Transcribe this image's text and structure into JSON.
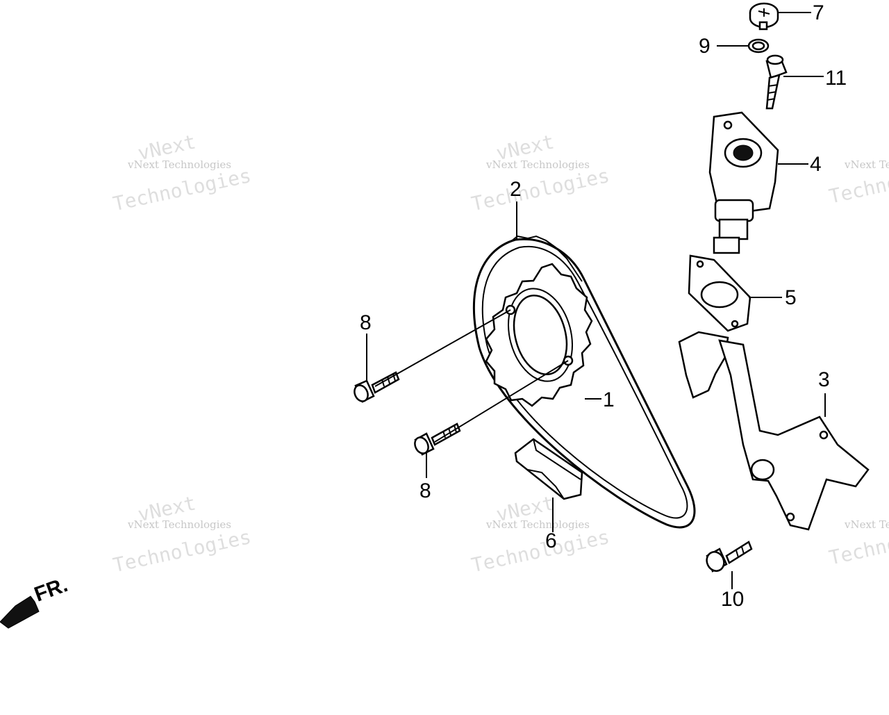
{
  "callouts": [
    {
      "id": "1",
      "label": "1"
    },
    {
      "id": "2",
      "label": "2"
    },
    {
      "id": "3",
      "label": "3"
    },
    {
      "id": "4",
      "label": "4"
    },
    {
      "id": "5",
      "label": "5"
    },
    {
      "id": "6",
      "label": "6"
    },
    {
      "id": "7",
      "label": "7"
    },
    {
      "id": "8a",
      "label": "8"
    },
    {
      "id": "8b",
      "label": "8"
    },
    {
      "id": "9",
      "label": "9"
    },
    {
      "id": "10",
      "label": "10"
    },
    {
      "id": "11",
      "label": "11"
    }
  ],
  "front_marker": {
    "label": "FR."
  },
  "watermark": {
    "line1": "vNext Technologies",
    "line2": "vNext",
    "line3": "Technologies"
  }
}
